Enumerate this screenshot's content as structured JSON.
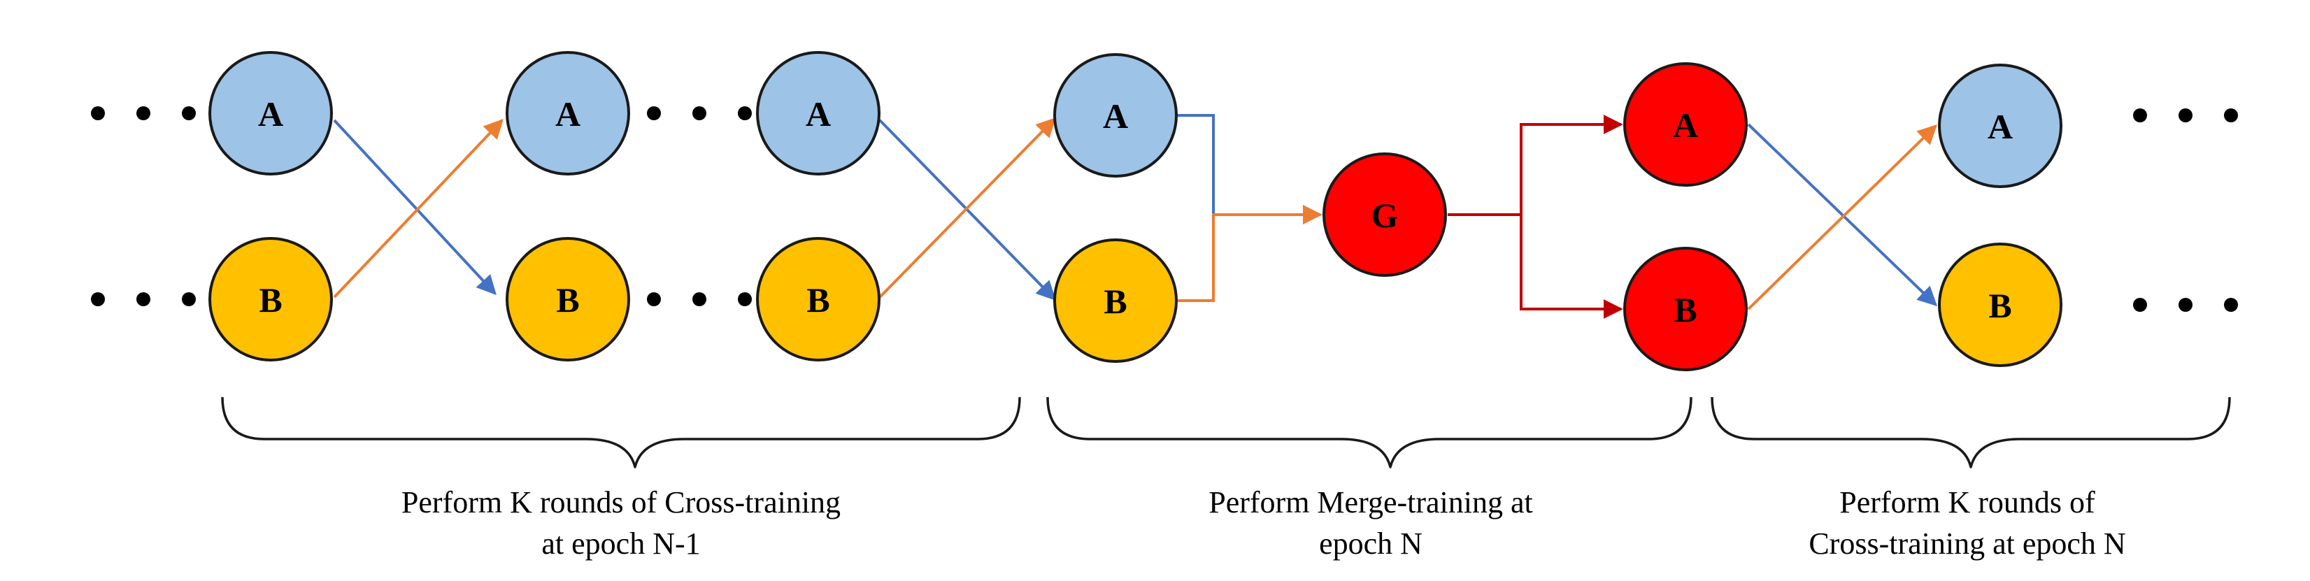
{
  "colors": {
    "node_a": "#9DC3E6",
    "node_b": "#FFC000",
    "node_merged": "#FF0000",
    "arrow_blue": "#4472C4",
    "arrow_orange": "#ED7D31",
    "arrow_red": "#C00000"
  },
  "nodes": [
    {
      "id": "a1",
      "label": "A",
      "kind": "a"
    },
    {
      "id": "b1",
      "label": "B",
      "kind": "b"
    },
    {
      "id": "a2",
      "label": "A",
      "kind": "a"
    },
    {
      "id": "b2",
      "label": "B",
      "kind": "b"
    },
    {
      "id": "a3",
      "label": "A",
      "kind": "a"
    },
    {
      "id": "b3",
      "label": "B",
      "kind": "b"
    },
    {
      "id": "a4",
      "label": "A",
      "kind": "a"
    },
    {
      "id": "b4",
      "label": "B",
      "kind": "b"
    },
    {
      "id": "g",
      "label": "G",
      "kind": "merged"
    },
    {
      "id": "a5",
      "label": "A",
      "kind": "merged"
    },
    {
      "id": "b5",
      "label": "B",
      "kind": "merged"
    },
    {
      "id": "a6",
      "label": "A",
      "kind": "a"
    },
    {
      "id": "b6",
      "label": "B",
      "kind": "b"
    }
  ],
  "edges": [
    {
      "from": "a1",
      "to": "b2",
      "color": "arrow_blue"
    },
    {
      "from": "b1",
      "to": "a2",
      "color": "arrow_orange"
    },
    {
      "from": "a3",
      "to": "b4",
      "color": "arrow_blue"
    },
    {
      "from": "b3",
      "to": "a4",
      "color": "arrow_orange"
    },
    {
      "from": "a4",
      "to": "g",
      "color": "arrow_blue"
    },
    {
      "from": "b4",
      "to": "g",
      "color": "arrow_orange"
    },
    {
      "from": "g",
      "to": "a5",
      "color": "arrow_red"
    },
    {
      "from": "g",
      "to": "b5",
      "color": "arrow_red"
    },
    {
      "from": "a5",
      "to": "b6",
      "color": "arrow_blue"
    },
    {
      "from": "b5",
      "to": "a6",
      "color": "arrow_orange"
    }
  ],
  "captions": {
    "cross_prev": [
      "Perform K rounds of Cross-training",
      "at epoch N-1"
    ],
    "merge": [
      "Perform Merge-training at",
      "epoch N"
    ],
    "cross_next": [
      "Perform K rounds of",
      "Cross-training at epoch N"
    ]
  }
}
